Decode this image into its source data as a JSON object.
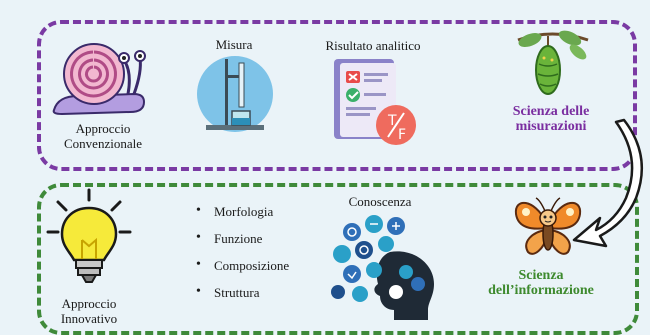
{
  "top_row": {
    "conventional_label": "Approccio\nConvenzionale",
    "measure_label": "Misura",
    "result_label": "Risultato analitico",
    "science_label": "Scienza delle misurazioni"
  },
  "bottom_row": {
    "innovative_label": "Approccio\nInnovativo",
    "properties": [
      "Morfologia",
      "Funzione",
      "Composizione",
      "Struttura"
    ],
    "knowledge_label": "Conoscenza",
    "science_label": "Scienza dell’informazione"
  },
  "colors": {
    "top_frame": "#7a3aa3",
    "bottom_frame": "#3f8a3a",
    "background": "#eaf3f8"
  },
  "icons": [
    "snail-icon",
    "lab-glassware-icon",
    "report-icon",
    "chrysalis-icon",
    "lightbulb-icon",
    "brain-head-icon",
    "butterfly-icon",
    "curved-arrow-icon"
  ]
}
